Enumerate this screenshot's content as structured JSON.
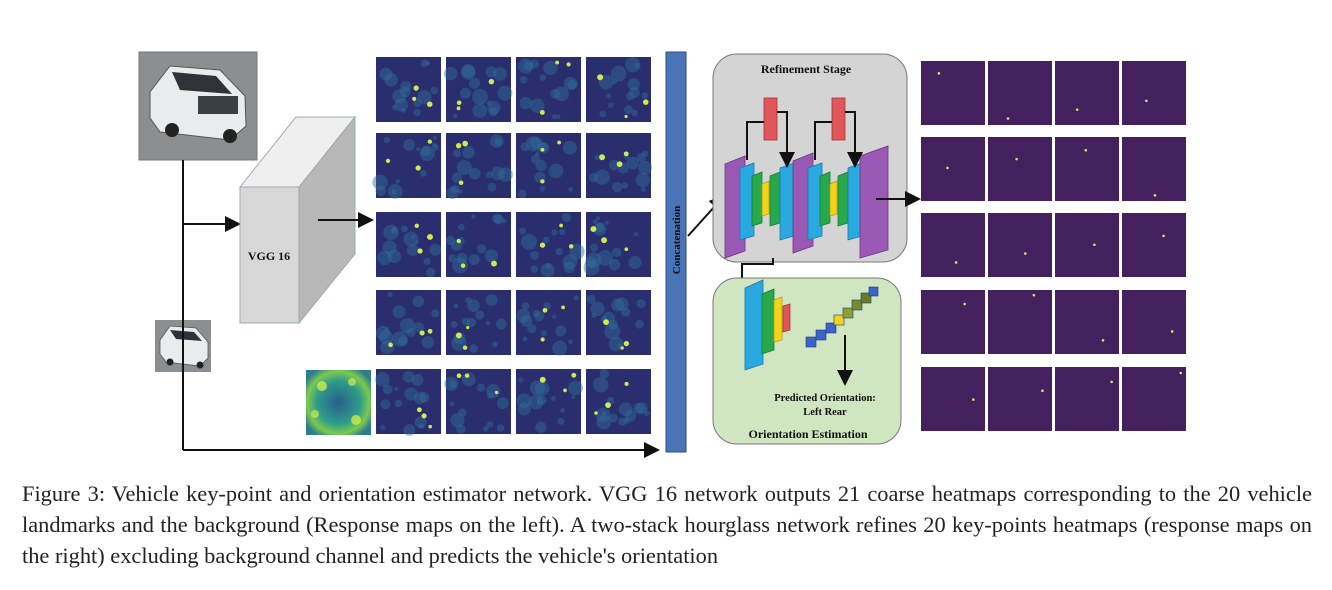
{
  "diagram": {
    "backbone_label": "VGG 16",
    "concat_label": "Concatenation",
    "refinement_label": "Refinement Stage",
    "orientation_label": "Orientation Estimation",
    "prediction_line1": "Predicted Orientation:",
    "prediction_line2": "Left Rear"
  },
  "colors": {
    "heatmap_bg": "#44205e",
    "heatmap_dot": "#cdeb4f",
    "concat_bar": "#4a73b8",
    "refinement_panel": "#d4d4d4",
    "orientation_panel": "#cfe6c0",
    "hourglass_purple": "#9b59b6",
    "hourglass_blue": "#2aa8e0",
    "hourglass_green": "#27a84a",
    "hourglass_yellow": "#f2d31b",
    "hourglass_red": "#e0575b"
  },
  "caption": "Figure 3: Vehicle key-point and orientation estimator network. VGG 16 network outputs 21 coarse heatmaps corresponding to the 20 vehicle landmarks and the background (Response maps on the left). A two-stack hourglass network refines 20 key-points heatmaps (response maps on the right) excluding background channel and predicts the vehicle's orientation"
}
